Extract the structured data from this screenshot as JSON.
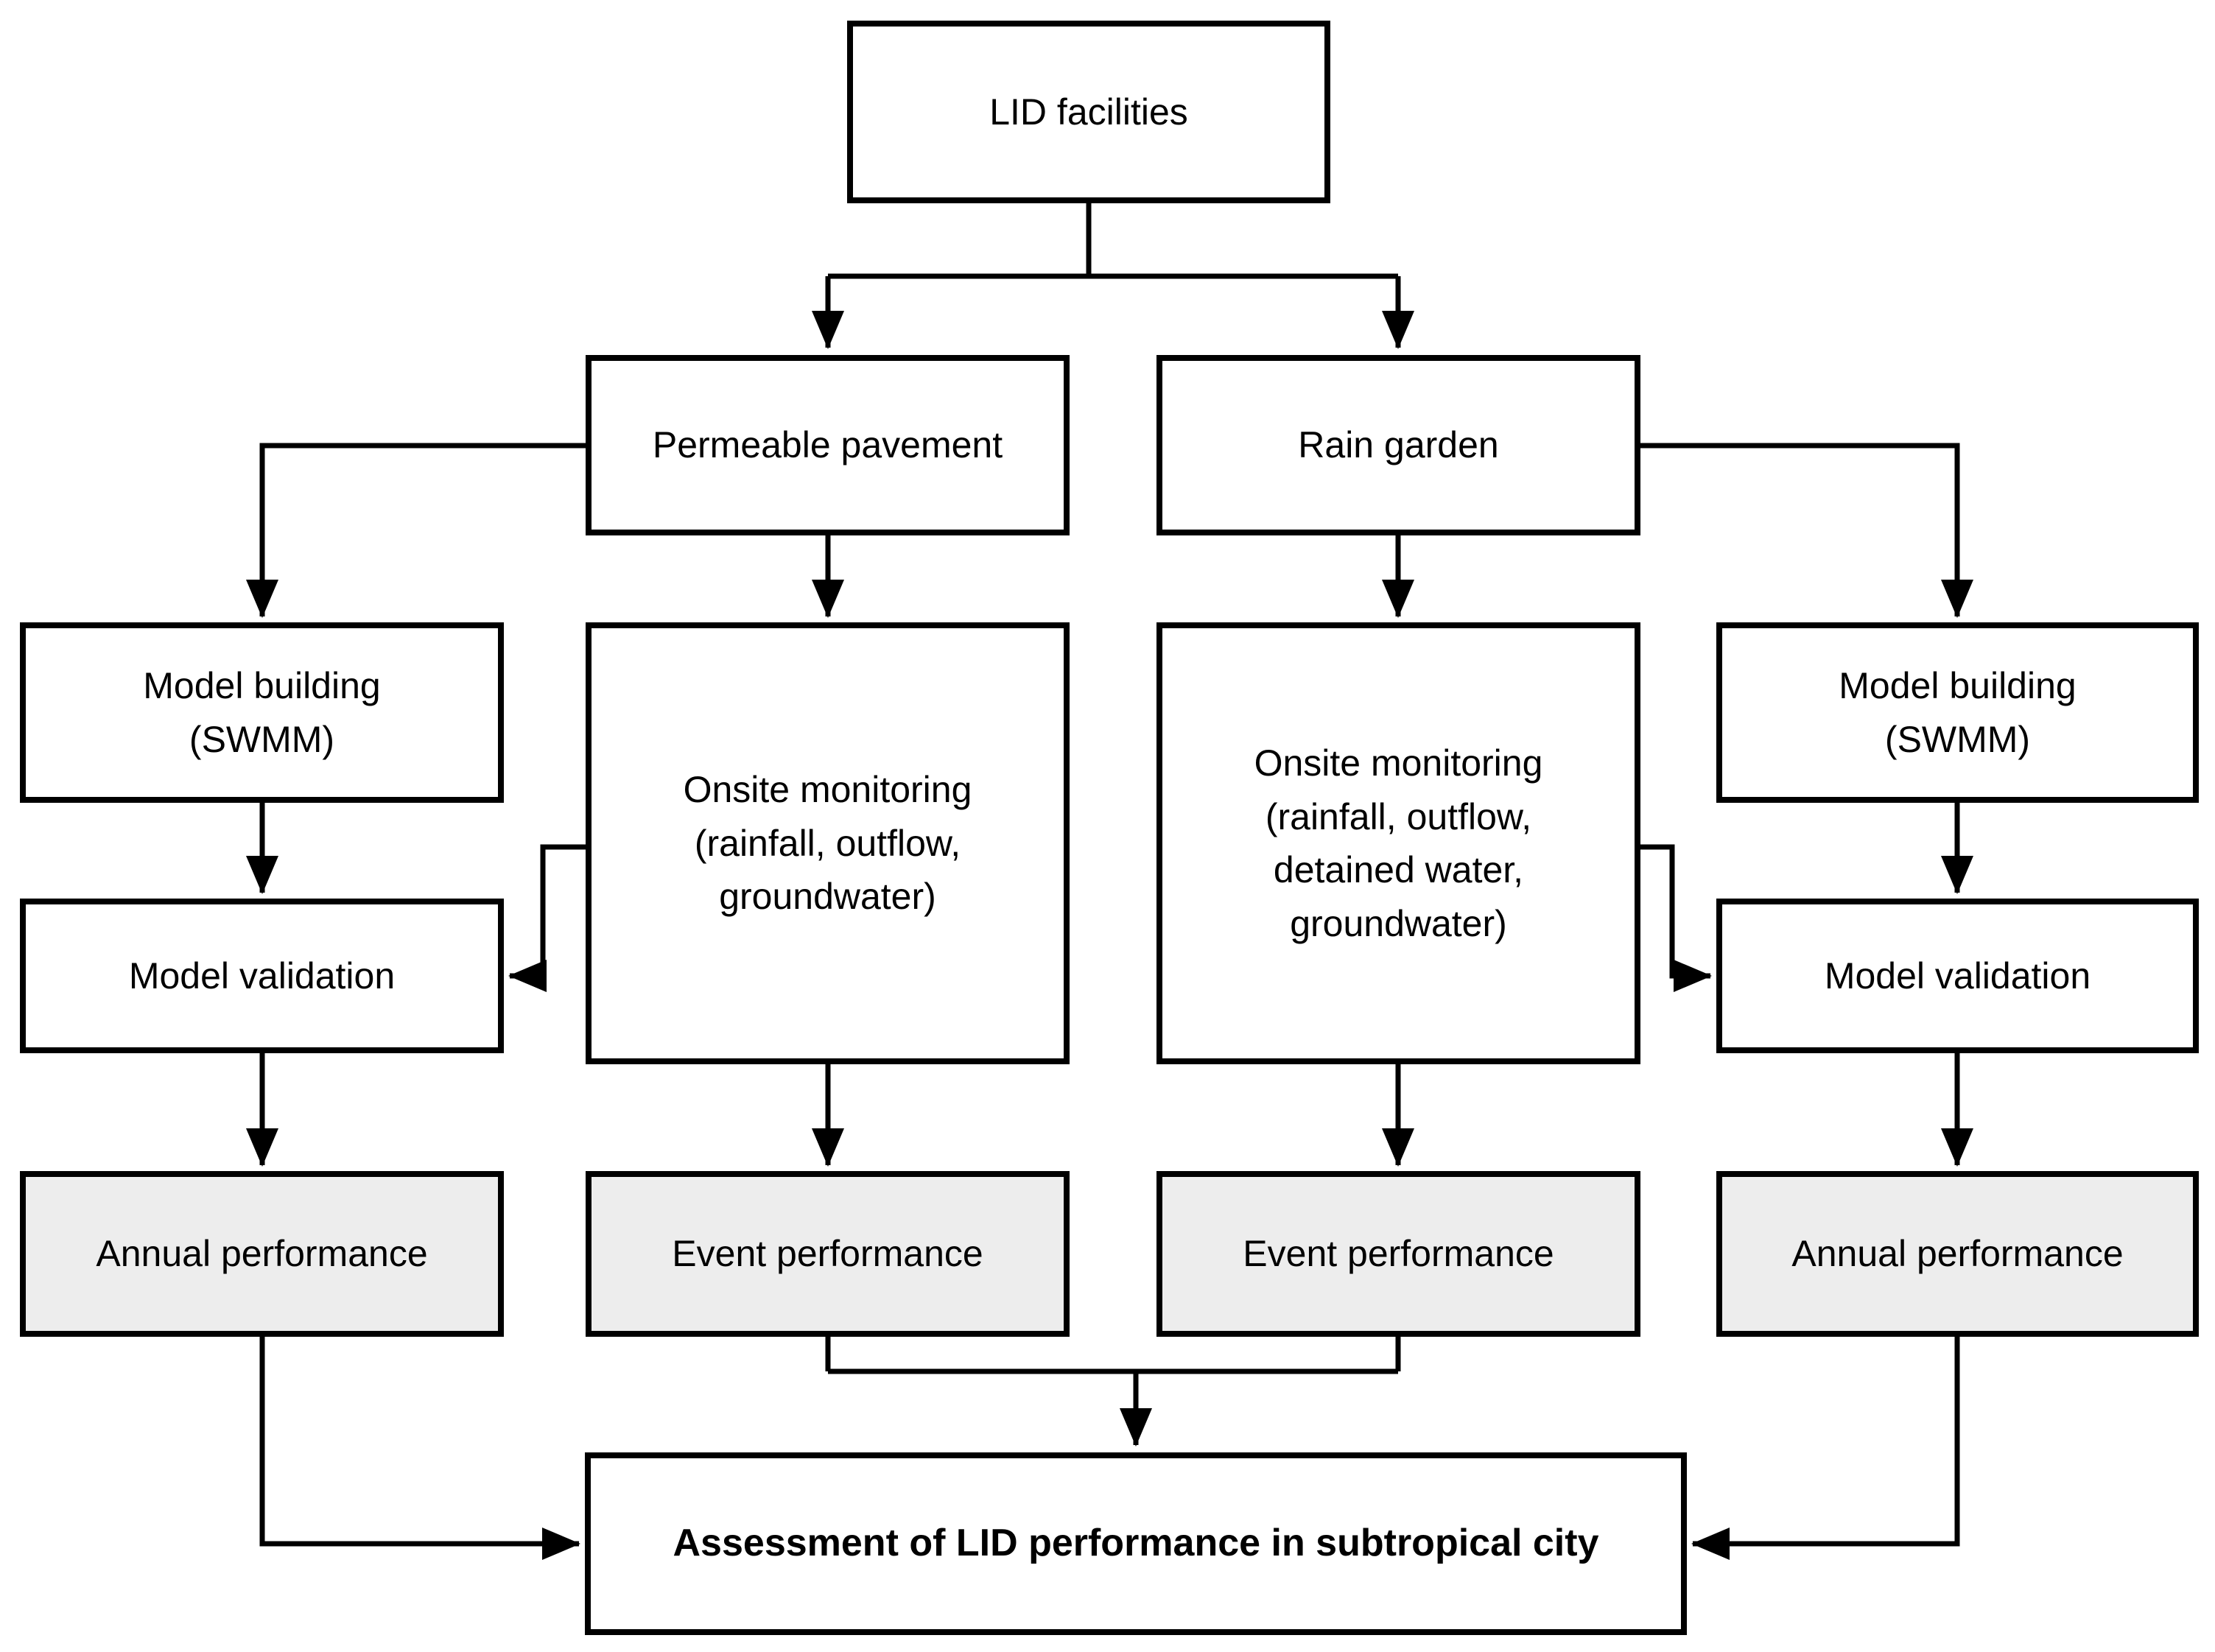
{
  "colors": {
    "line": "#000000",
    "box_fill": "#ffffff",
    "shaded_box_fill": "#ededed",
    "background": "#ffffff",
    "text": "#000000"
  },
  "nodes": {
    "lid": {
      "label": "LID facilities"
    },
    "permeable_pavement": {
      "label": "Permeable pavement"
    },
    "rain_garden": {
      "label": "Rain garden"
    },
    "model_building_left": {
      "label": "Model building\n(SWMM)"
    },
    "onsite_monitoring_pp": {
      "label": "Onsite monitoring\n(rainfall, outflow,\ngroundwater)"
    },
    "onsite_monitoring_rg": {
      "label": "Onsite monitoring\n(rainfall, outflow,\ndetained water,\ngroundwater)"
    },
    "model_building_right": {
      "label": "Model building\n(SWMM)"
    },
    "model_validation_left": {
      "label": "Model validation"
    },
    "model_validation_right": {
      "label": "Model validation"
    },
    "annual_performance_left": {
      "label": "Annual performance"
    },
    "event_performance_left": {
      "label": "Event performance"
    },
    "event_performance_right": {
      "label": "Event performance"
    },
    "annual_performance_right": {
      "label": "Annual performance"
    },
    "assessment": {
      "label": "Assessment of LID performance in subtropical city"
    }
  }
}
